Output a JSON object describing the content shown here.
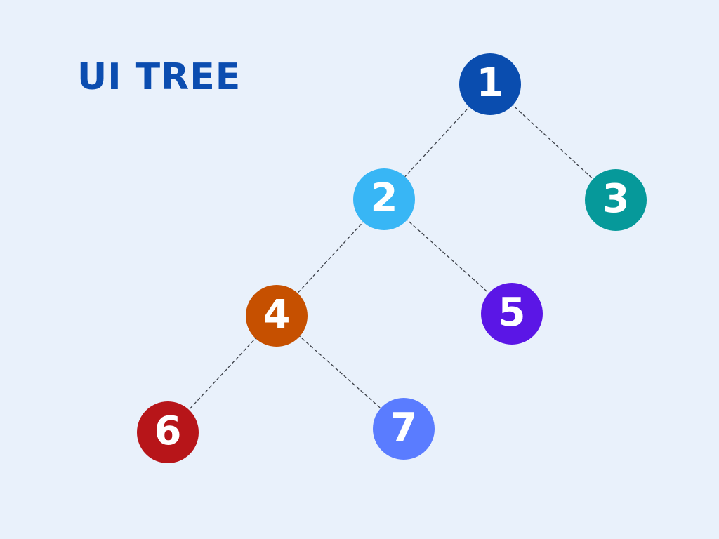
{
  "title": "UI TREE",
  "nodes": [
    {
      "id": "1",
      "label": "1",
      "color": "#0a4daf"
    },
    {
      "id": "2",
      "label": "2",
      "color": "#38b6f5"
    },
    {
      "id": "3",
      "label": "3",
      "color": "#06999a"
    },
    {
      "id": "4",
      "label": "4",
      "color": "#c65000"
    },
    {
      "id": "5",
      "label": "5",
      "color": "#5b16e6"
    },
    {
      "id": "6",
      "label": "6",
      "color": "#b71519"
    },
    {
      "id": "7",
      "label": "7",
      "color": "#5a7cff"
    }
  ],
  "edges": [
    {
      "from": "1",
      "to": "2"
    },
    {
      "from": "1",
      "to": "3"
    },
    {
      "from": "2",
      "to": "4"
    },
    {
      "from": "2",
      "to": "5"
    },
    {
      "from": "4",
      "to": "6"
    },
    {
      "from": "4",
      "to": "7"
    }
  ]
}
